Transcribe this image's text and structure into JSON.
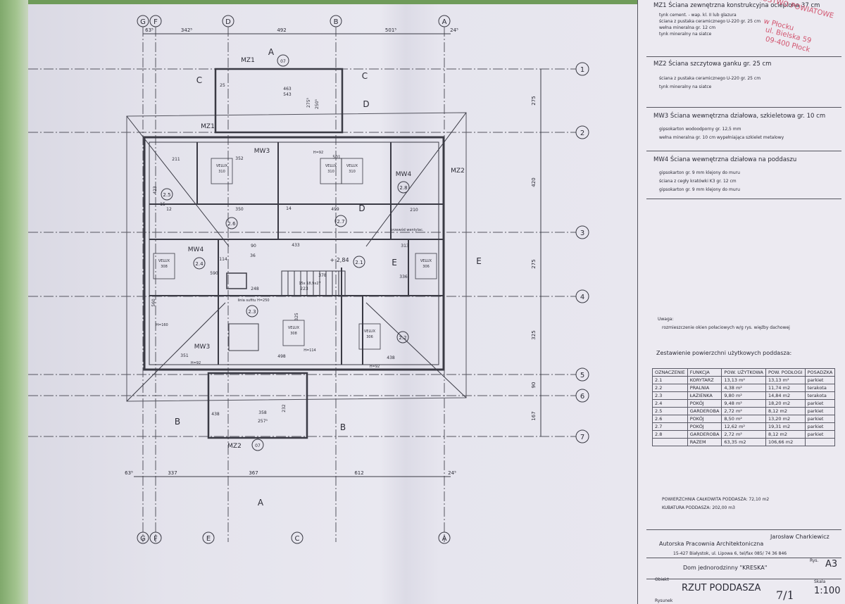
{
  "drawing": {
    "axes_letters": [
      "G",
      "F",
      "D",
      "B",
      "A",
      "E",
      "C"
    ],
    "axes_numbers": [
      "1",
      "2",
      "3",
      "4",
      "5",
      "6",
      "7"
    ],
    "top_dims": [
      "63⁵",
      "342⁵",
      "492",
      "501⁵",
      "24⁵"
    ],
    "bottom_dims": [
      "63⁵",
      "337",
      "367",
      "612",
      "24⁵"
    ],
    "right_dims": [
      "275",
      "420",
      "275",
      "325",
      "90",
      "167"
    ],
    "section_marks": [
      "A",
      "B",
      "C",
      "D",
      "E"
    ],
    "walls": [
      "MZ1",
      "MZ2",
      "MW3",
      "MW4"
    ],
    "rooms": [
      "2.1",
      "2.2",
      "2.3",
      "2.4",
      "2.5",
      "2.6",
      "2.7",
      "2.8"
    ],
    "tags": [
      "07"
    ],
    "velux": [
      {
        "label": "VELUX",
        "code": "310"
      },
      {
        "label": "VELUX",
        "code": "308"
      },
      {
        "label": "VELUX",
        "code": "306"
      }
    ],
    "misc": [
      "+ 2,84",
      "linia sufitu H=250",
      "przewód wentylac.",
      "H=92",
      "H=114",
      "H=160",
      "15x 18,9x27"
    ],
    "dims_inner": [
      "463",
      "543",
      "275⁵",
      "250⁵",
      "211",
      "352",
      "501",
      "499",
      "350",
      "433",
      "378",
      "248",
      "325",
      "438",
      "351",
      "498",
      "423",
      "560",
      "590",
      "90",
      "114",
      "36",
      "223",
      "313",
      "336",
      "210",
      "12",
      "14",
      "15",
      "25",
      "438",
      "358",
      "257⁵",
      "232"
    ]
  },
  "legend": {
    "MZ1": {
      "code": "MZ1",
      "title": "Ściana zewnętrzna konstrukcyjna ocieplona 37 cm",
      "lines": [
        "tynk cement. - wap. kl. II lub glazura",
        "ściana z pustaka ceramicznego U-220 gr. 25 cm",
        "wełna mineralna gr. 12 cm",
        "tynk mineralny na siatce"
      ]
    },
    "MZ2": {
      "code": "MZ2",
      "title": "Ściana szczytowa ganku gr. 25 cm",
      "lines": [
        "ściana z pustaka ceramicznego U-220 gr. 25 cm",
        "tynk mineralny na siatce"
      ]
    },
    "MW3": {
      "code": "MW3",
      "title": "Ściana wewnętrzna działowa, szkieletowa gr. 10 cm",
      "lines": [
        "gipsokarton wodoodporny gr. 12,5 mm",
        "wełna mineralna gr. 10 cm wypełniająca szkielet metalowy"
      ]
    },
    "MW4": {
      "code": "MW4",
      "title": "Ściana wewnętrzna działowa na poddaszu",
      "lines": [
        "gipsokarton gr. 9 mm klejony do muru",
        "ściana z cegły kratówki K3 gr. 12 cm",
        "gipsokarton gr. 9 mm klejony do muru"
      ]
    }
  },
  "notes": {
    "title": "Uwaga:",
    "text": "rozmieszczenie okien połaciowych w/g rys. więźby dachowej"
  },
  "summary": {
    "title": "Zestawienie powierzchni użytkowych poddasza:",
    "headers": [
      "OZNACZENIE",
      "FUNKCJA",
      "POW. UŻYTKOWA",
      "POW. PODŁOGI",
      "POSADZKA"
    ],
    "rows": [
      [
        "2.1",
        "KORYTARZ",
        "13,13 m²",
        "13,13 m²",
        "parkiet"
      ],
      [
        "2.2",
        "PRALNIA",
        "4,38 m²",
        "11,74 m2",
        "terakota"
      ],
      [
        "2.3",
        "ŁAZIENKA",
        "9,80 m²",
        "14,84 m2",
        "terakota"
      ],
      [
        "2.4",
        "POKÓJ",
        "9,48 m²",
        "18,20 m2",
        "parkiet"
      ],
      [
        "2.5",
        "GARDEROBA",
        "2,72 m²",
        "8,12 m2",
        "parkiet"
      ],
      [
        "2.6",
        "POKÓJ",
        "8,50 m²",
        "13,20 m2",
        "parkiet"
      ],
      [
        "2.7",
        "POKÓJ",
        "12,62 m²",
        "19,31 m2",
        "parkiet"
      ],
      [
        "2.8",
        "GARDEROBA",
        "2,72 m²",
        "8,12 m2",
        "parkiet"
      ]
    ],
    "total_label": "RAZEM",
    "total_use": "63,35 m2",
    "total_floor": "106,66 m2",
    "total_area": "POWIERZCHNIA CAŁKOWITA PODDASZA: 72,10 m2",
    "volume": "KUBATURA PODDASZA: 202,00 m3"
  },
  "title_block": {
    "office": "Autorska Pracownia Architektoniczna",
    "architect": "Jarosław Charkiewicz",
    "address": "15-427 Białystok, ul. Lipowa 6, tel/fax 085/ 74 36 846",
    "object_label": "Obiekt",
    "object": "Dom jednorodzinny \"KRESKA\"",
    "sheet_label": "Rys.",
    "sheet": "A3",
    "drawing_label": "Rysunek",
    "drawing": "RZUT PODDASZA",
    "scale_label": "Skala",
    "scale": "1:100",
    "handwritten": "7/1"
  },
  "stamp": {
    "line1": "STAROSTWO POWIATOWE",
    "line2": "w Płocku",
    "line3": "ul. Bielska 59",
    "line4": "09-400 Płock"
  }
}
